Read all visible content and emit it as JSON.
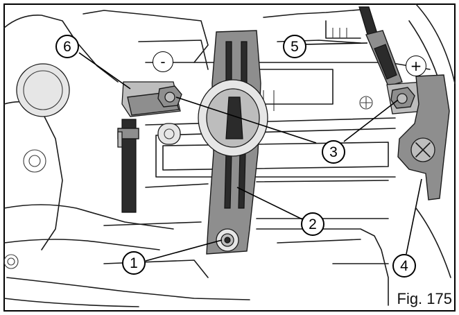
{
  "figure": {
    "caption": "Fig. 175"
  },
  "polarity": {
    "negative": "-",
    "positive": "+"
  },
  "callouts": [
    {
      "id": "1",
      "label": "1"
    },
    {
      "id": "2",
      "label": "2"
    },
    {
      "id": "3",
      "label": "3"
    },
    {
      "id": "4",
      "label": "4"
    },
    {
      "id": "5",
      "label": "5"
    },
    {
      "id": "6",
      "label": "6"
    }
  ]
}
